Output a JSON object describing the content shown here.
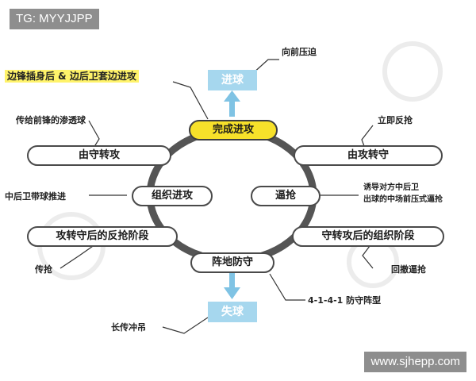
{
  "overlay": {
    "top_tag": "TG: MYYJJPP",
    "bottom_tag": "www.sjhepp.com"
  },
  "diagram": {
    "highlight_note": "边锋插身后 & 边后卫套边进攻",
    "top_box": "进球",
    "top_box_note": "向前压迫",
    "bottom_box": "失球",
    "bottom_box_note": "长传冲吊",
    "nodes": {
      "complete_attack": "完成进攻",
      "defense_to_attack": "由守转攻",
      "attack_to_defense": "由攻转守",
      "build_up": "组织进攻",
      "press": "逼抢",
      "counter_press": "攻转守后的反抢阶段",
      "build_phase": "守转攻后的组织阶段",
      "positional_defense": "阵地防守"
    },
    "notes": {
      "through_ball": "传给前锋的渗透球",
      "immediate_counter_press": "立即反抢",
      "cb_carry": "中后卫带球推进",
      "press_desc_line1": "诱导对方中后卫",
      "press_desc_line2": "出球的中场前压式逼抢",
      "pass_and_press": "传抢",
      "retreat_press": "回撤逼抢",
      "formation": "4-1-4-1 防守阵型"
    }
  },
  "colors": {
    "ring": "#555555",
    "highlight": "#f7e12a",
    "note_highlight": "#fff36a",
    "box_blue": "#a6d7ee",
    "arrow_blue": "#7fc3e4"
  }
}
